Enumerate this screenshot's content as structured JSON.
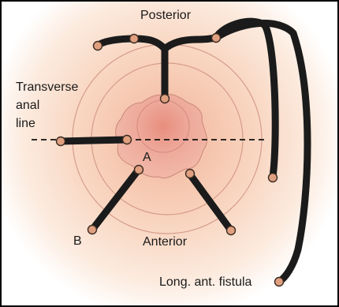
{
  "labels": {
    "posterior": "Posterior",
    "anterior": "Anterior",
    "transverse_line_1": "Transverse",
    "transverse_line_2": "anal",
    "transverse_line_3": "line",
    "point_a": "A",
    "point_b": "B",
    "fistula": "Long. ant. fistula"
  },
  "colors": {
    "background_glow": "#f6cdb0",
    "ring": "#d89a86",
    "anal_canal_fill": "#eca89a",
    "anal_canal_core": "#e58e7e",
    "tract": "#1b1b1b",
    "node_fill": "#e0a080",
    "frame": "#000000"
  }
}
